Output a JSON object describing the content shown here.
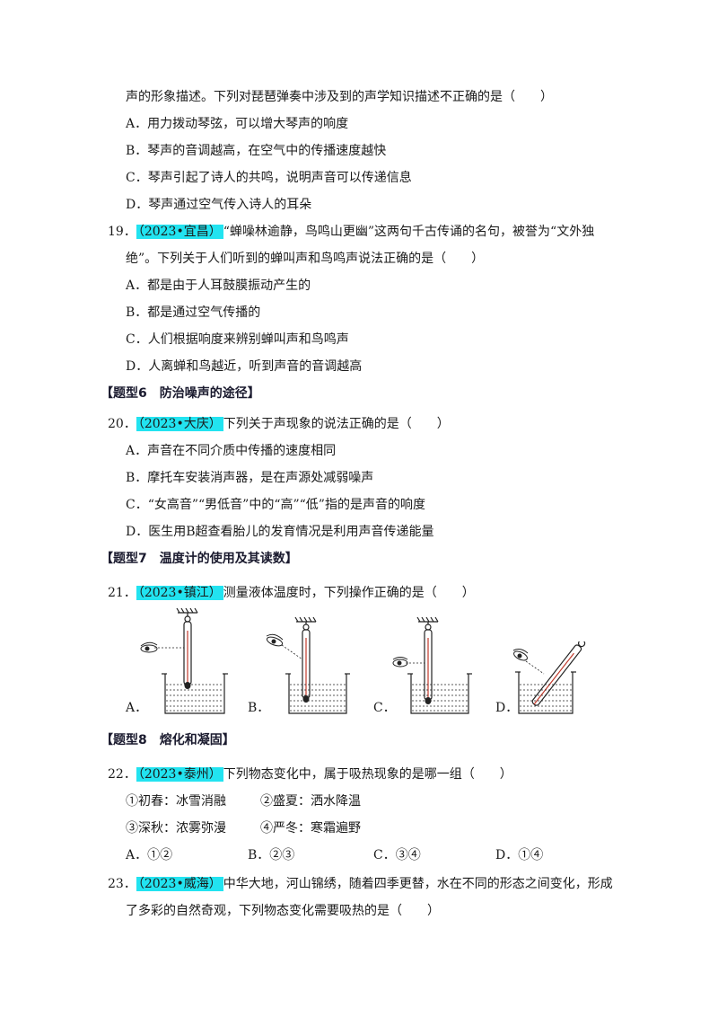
{
  "q18": {
    "cont": "声的形象描述。下列对琵琶弹奏中涉及到的声学知识描述不正确的是（　　）",
    "options": [
      "A．用力拨动琴弦，可以增大琴声的响度",
      "B．琴声的音调越高，在空气中的传播速度越快",
      "C．琴声引起了诗人的共鸣，说明声音可以传递信息",
      "D．琴声通过空气传入诗人的耳朵"
    ]
  },
  "q19": {
    "num": "19．",
    "tag": "（2023•宜昌）",
    "text1": "“蝉噪林逾静，鸟鸣山更幽”这两句千古传诵的名句，被誉为“文外独",
    "text2": "绝”。下列关于人们听到的蝉叫声和鸟鸣声说法正确的是（　　）",
    "options": [
      "A．都是由于人耳鼓膜振动产生的",
      "B．都是通过空气传播的",
      "C．人们根据响度来辨别蝉叫声和鸟鸣声",
      "D．人离蝉和鸟越近，听到声音的音调越高"
    ]
  },
  "sec6": "【题型6　防治噪声的途径】",
  "q20": {
    "num": "20．",
    "tag": "（2023•大庆）",
    "text1": "下列关于声现象的说法正确的是（　　）",
    "options": [
      "A．声音在不同介质中传播的速度相同",
      "B．摩托车安装消声器，是在声源处减弱噪声",
      "C．“女高音”“男低音”中的“高”“低”指的是声音的响度",
      "D．医生用B超查看胎儿的发育情况是利用声音传递能量"
    ]
  },
  "sec7": "【题型7　温度计的使用及其读数】",
  "q21": {
    "num": "21．",
    "tag": "（2023•镇江）",
    "text1": "测量液体温度时，下列操作正确的是（　　）",
    "options": [
      "A．",
      "B．",
      "C．",
      "D．"
    ]
  },
  "sec8": "【题型8　熔化和凝固】",
  "q22": {
    "num": "22．",
    "tag": "（2023•泰州）",
    "text1": "下列物态变化中，属于吸热现象的是哪一组（　　）",
    "items": [
      "①初春：冰雪消融",
      "②盛夏：洒水降温",
      "③深秋：浓雾弥漫",
      "④严冬：寒霜遍野"
    ],
    "options": [
      "A．①②",
      "B．②③",
      "C．③④",
      "D．①④"
    ]
  },
  "q23": {
    "num": "23．",
    "tag": "（2023•威海）",
    "text1": "中华大地，河山锦绣，随着四季更替，水在不同的形态之间变化，形成",
    "text2": "了多彩的自然奇观，下列物态变化需要吸热的是（　　）"
  }
}
